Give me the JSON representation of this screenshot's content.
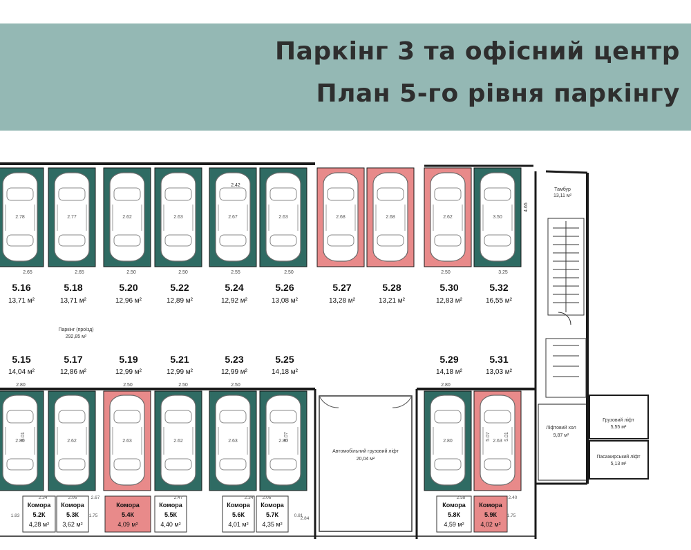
{
  "header": {
    "title_line1": "Паркінг 3 та офісний центр",
    "title_line2": "План 5-го рівня паркінгу"
  },
  "colors": {
    "banner": "#94b8b4",
    "space_fill": "#2f6b63",
    "sold_fill": "#e88a8a",
    "wall": "#1a1a1a"
  },
  "spaces_top": [
    {
      "id": "5.16",
      "area": "13,71 м²",
      "dim": "2.78",
      "status": "free"
    },
    {
      "id": "5.18",
      "area": "13,71 м²",
      "dim": "2.77",
      "status": "free"
    },
    {
      "id": "5.20",
      "area": "12,96 м²",
      "dim": "2.62",
      "status": "free"
    },
    {
      "id": "5.22",
      "area": "12,89 м²",
      "dim": "2.63",
      "status": "free"
    },
    {
      "id": "5.24",
      "area": "12,92 м²",
      "dim": "2.67",
      "status": "free"
    },
    {
      "id": "5.26",
      "area": "13,08 м²",
      "dim": "2.63",
      "status": "free"
    },
    {
      "id": "5.27",
      "area": "13,28 м²",
      "dim": "2.68",
      "status": "sold"
    },
    {
      "id": "5.28",
      "area": "13,21 м²",
      "dim": "2.68",
      "status": "sold"
    },
    {
      "id": "5.30",
      "area": "12,83 м²",
      "dim": "2.62",
      "status": "sold"
    },
    {
      "id": "5.32",
      "area": "16,55 м²",
      "dim": "3.50",
      "status": "free"
    }
  ],
  "spaces_bottom": [
    {
      "id": "5.15",
      "area": "14,04 м²",
      "dim": "2.80",
      "status": "free"
    },
    {
      "id": "5.17",
      "area": "12,86 м²",
      "dim": "2.62",
      "status": "free"
    },
    {
      "id": "5.19",
      "area": "12,99 м²",
      "dim": "2.63",
      "status": "sold"
    },
    {
      "id": "5.21",
      "area": "12,99 м²",
      "dim": "2.62",
      "status": "free"
    },
    {
      "id": "5.23",
      "area": "12,99 м²",
      "dim": "2.63",
      "status": "free"
    },
    {
      "id": "5.25",
      "area": "14,18 м²",
      "dim": "2.80",
      "status": "free"
    },
    {
      "id": "5.29",
      "area": "14,18 м²",
      "dim": "2.80",
      "status": "free"
    },
    {
      "id": "5.31",
      "area": "13,03 м²",
      "dim": "2.63",
      "status": "sold"
    }
  ],
  "top_widths": [
    "2.65",
    "2.65",
    "2.50",
    "2.50",
    "2.55",
    "2.50",
    "2.50",
    "3.25"
  ],
  "bottom_widths": [
    "2.80",
    "2.50",
    "2.50",
    "2.50",
    "2.80"
  ],
  "top_extra": {
    "w242": "2.42",
    "h465": "4.65"
  },
  "driveway": {
    "name": "Паркінг (проїзд)",
    "area": "292,85 м²"
  },
  "tambour": {
    "name": "Тамбур",
    "area": "13,11 м²"
  },
  "lift_hall": {
    "name": "Ліфтовий хол",
    "area": "9,87 м²"
  },
  "freight_lift": {
    "name": "Грузовий ліфт",
    "area": "5,55 м²"
  },
  "passenger_lift": {
    "name": "Пасажирський ліфт",
    "area": "5,13 м²"
  },
  "car_lift": {
    "name": "Автомобільний грузовий ліфт",
    "area": "20,04 м²"
  },
  "storage": [
    {
      "label": "Комора",
      "id": "5.2К",
      "area": "4,28 м²",
      "status": "free"
    },
    {
      "label": "Комора",
      "id": "5.3К",
      "area": "3,62 м²",
      "status": "free"
    },
    {
      "label": "Комора",
      "id": "5.4К",
      "area": "4,09 м²",
      "status": "sold"
    },
    {
      "label": "Комора",
      "id": "5.5К",
      "area": "4,40 м²",
      "status": "free"
    },
    {
      "label": "Комора",
      "id": "5.6К",
      "area": "4,01 м²",
      "status": "free"
    },
    {
      "label": "Комора",
      "id": "5.7К",
      "area": "4,35 м²",
      "status": "free"
    },
    {
      "label": "Комора",
      "id": "5.8К",
      "area": "4,59 м²",
      "status": "free"
    },
    {
      "label": "Комора",
      "id": "5.9К",
      "area": "4,02 м²",
      "status": "sold"
    }
  ],
  "storage_dims": [
    "2.34",
    "2.06",
    "2.67",
    "2.47",
    "2.34",
    "2.06",
    "2.84",
    "2.58",
    "2.40",
    "1.83",
    "1.75",
    "1.75",
    "0.81"
  ],
  "depth_labels": [
    "5.01",
    "5.07",
    "5.07",
    "5.01"
  ]
}
